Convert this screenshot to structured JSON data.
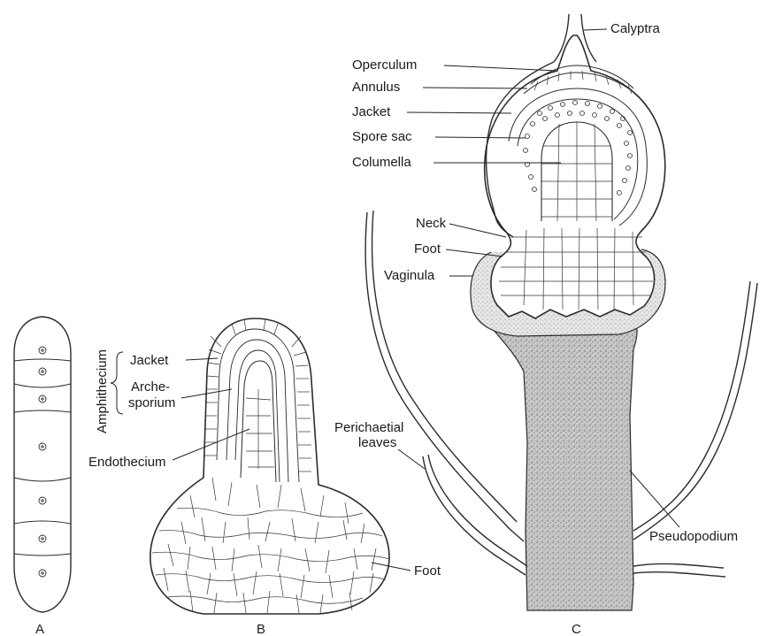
{
  "labels": {
    "panel_a": "A",
    "panel_b": "B",
    "panel_c": "C",
    "amphithecium": "Amphithecium",
    "jacket_b": "Jacket",
    "archesporium_line1": "Arche-",
    "archesporium_line2": "sporium",
    "endothecium": "Endothecium",
    "foot_b": "Foot",
    "calyptra": "Calyptra",
    "operculum": "Operculum",
    "annulus": "Annulus",
    "jacket_c": "Jacket",
    "spore_sac": "Spore sac",
    "columella": "Columella",
    "neck": "Neck",
    "foot_c": "Foot",
    "vaginula": "Vaginula",
    "perichaetial_line1": "Perichaetial",
    "perichaetial_line2": "leaves",
    "pseudopodium": "Pseudopodium"
  },
  "colors": {
    "ink": "#2b2b2b",
    "stipple": "#8a8a8a",
    "background": "#ffffff"
  }
}
